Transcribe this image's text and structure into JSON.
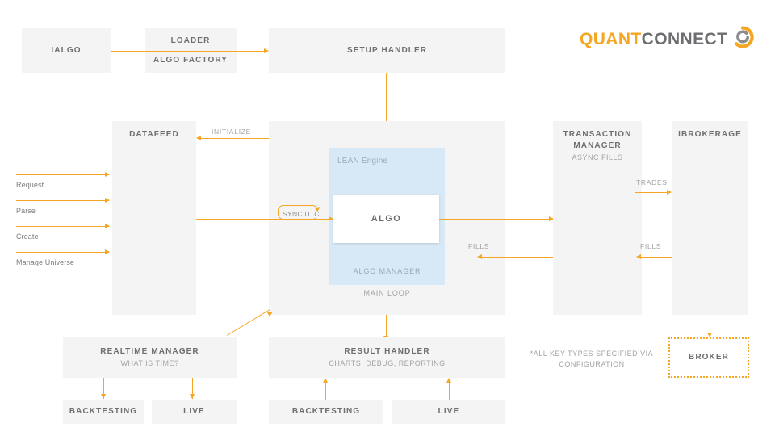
{
  "brand": {
    "name_part1": "QUANT",
    "name_part2": "CONNECT",
    "accent_color": "#f5a623",
    "gray_color": "#6d6e71",
    "mark_name": "quantconnect-logo-mark"
  },
  "colors": {
    "box_fill": "#f4f4f4",
    "lean_panel": "#d7e9f7",
    "arrow": "#f5a623",
    "title_text": "#6d6e71",
    "sub_text": "#a1a3a6"
  },
  "nodes": {
    "ialgo": {
      "title": "IALGO"
    },
    "loader": {
      "title": "LOADER",
      "subtitle": "ALGO FACTORY"
    },
    "setup_handler": {
      "title": "SETUP HANDLER"
    },
    "datafeed": {
      "title": "DATAFEED"
    },
    "main_loop": {
      "label": "MAIN LOOP"
    },
    "lean_engine": {
      "label": "LEAN Engine"
    },
    "algo_manager": {
      "label": "ALGO MANAGER"
    },
    "algo": {
      "title": "ALGO"
    },
    "transaction_manager": {
      "title": "TRANSACTION\nMANAGER",
      "subtitle": "ASYNC FILLS"
    },
    "ibrokerage": {
      "title": "IBROKERAGE"
    },
    "broker": {
      "title": "BROKER"
    },
    "realtime_manager": {
      "title": "REALTIME MANAGER",
      "subtitle": "WHAT IS TIME?"
    },
    "result_handler": {
      "title": "RESULT HANDLER",
      "subtitle": "CHARTS, DEBUG, REPORTING"
    },
    "realtime_backtesting": {
      "title": "BACKTESTING"
    },
    "realtime_live": {
      "title": "LIVE"
    },
    "result_backtesting": {
      "title": "BACKTESTING"
    },
    "result_live": {
      "title": "LIVE"
    }
  },
  "edges": {
    "initialize": "INITIALIZE",
    "sync_utc": "SYNC UTC",
    "trades": "TRADES",
    "fills_brokerage": "FILLS",
    "fills_mainloop": "FILLS"
  },
  "inputs": [
    {
      "label": "Request"
    },
    {
      "label": "Parse"
    },
    {
      "label": "Create"
    },
    {
      "label": "Manage Universe"
    }
  ],
  "note": {
    "text": "*ALL KEY TYPES SPECIFIED VIA\nCONFIGURATION"
  }
}
